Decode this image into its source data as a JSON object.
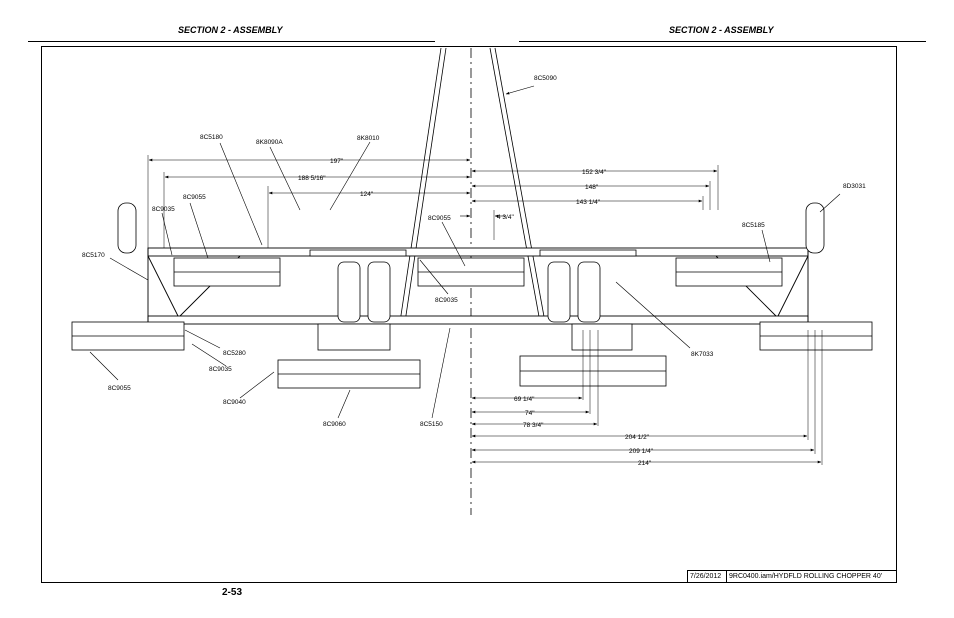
{
  "header": {
    "left_title": "SECTION 2 - ASSEMBLY",
    "right_title": "SECTION 2 - ASSEMBLY"
  },
  "footer": {
    "page_number": "2-53",
    "date": "7/26/2012",
    "file_name": "9RC0400.iam/HYDFLD ROLLING CHOPPER 40'"
  },
  "drawing": {
    "part_labels": {
      "8C5090": "8C5090",
      "8C5180": "8C5180",
      "8K8090A": "8K8090A",
      "8K8010": "8K8010",
      "8D3031": "8D3031",
      "8C9055_top": "8C9055",
      "8C9035_top": "8C9035",
      "8C9055_center": "8C9055",
      "8C5185": "8C5185",
      "8C5170": "8C5170",
      "8C9035_center": "8C9035",
      "8K7033": "8K7033",
      "8C5280": "8C5280",
      "8C9035_bottom": "8C9035",
      "8C9055_bottom": "8C9055",
      "8C9040": "8C9040",
      "8C9060": "8C9060",
      "8C5150": "8C5150"
    },
    "dimensions": {
      "d197": "197\"",
      "d188": "188 5/16\"",
      "d124": "124\"",
      "d152": "152 3/4\"",
      "d148": "148\"",
      "d143": "143 1/4\"",
      "d4": "4 3/4\"",
      "d69": "69 1/4\"",
      "d74": "74\"",
      "d78": "78 3/4\"",
      "d204": "204 1/2\"",
      "d209": "209 1/4\"",
      "d214": "214\""
    }
  }
}
